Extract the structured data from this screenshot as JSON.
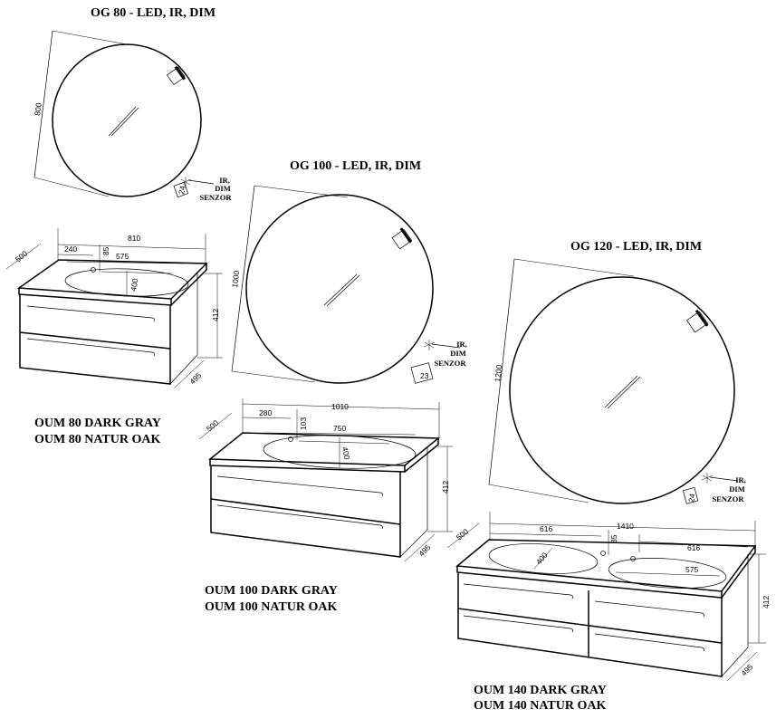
{
  "mirrors": [
    {
      "title": "OG 80 - LED, IR, DIM",
      "diameter": "800",
      "sensor_offset": "24",
      "sensor_lines": [
        "IR,",
        "DIM",
        "SENZOR"
      ]
    },
    {
      "title": "OG 100 - LED, IR, DIM",
      "diameter": "1000",
      "sensor_offset": "23",
      "sensor_lines": [
        "IR,",
        "DIM",
        "SENZOR"
      ]
    },
    {
      "title": "OG 120 - LED, IR, DIM",
      "diameter": "1200",
      "sensor_offset": "24",
      "sensor_lines": [
        "IR,",
        "DIM",
        "SENZOR"
      ]
    }
  ],
  "cabinets": [
    {
      "name_lines": [
        "OUM 80 DARK GRAY",
        "OUM 80 NATUR OAK"
      ],
      "width": "810",
      "depth": "500",
      "height": "412",
      "body_depth": "495",
      "tap_offset": "240",
      "tap_to_edge": "85",
      "basin_width": "575",
      "basin_depth": "400"
    },
    {
      "name_lines": [
        "OUM 100 DARK GRAY",
        "OUM 100 NATUR OAK"
      ],
      "width": "1010",
      "depth": "500",
      "height": "412",
      "body_depth": "495",
      "tap_offset": "280",
      "tap_to_edge": "103",
      "basin_width": "750",
      "basin_depth": "400"
    },
    {
      "name_lines": [
        "OUM 140 DARK GRAY",
        "OUM 140 NATUR OAK"
      ],
      "width": "1410",
      "depth": "500",
      "height": "412",
      "body_depth": "495",
      "tap_offset_left": "616",
      "tap_offset_right": "616",
      "tap_to_edge": "85",
      "basin_width": "575",
      "basin_depth": "400"
    }
  ]
}
